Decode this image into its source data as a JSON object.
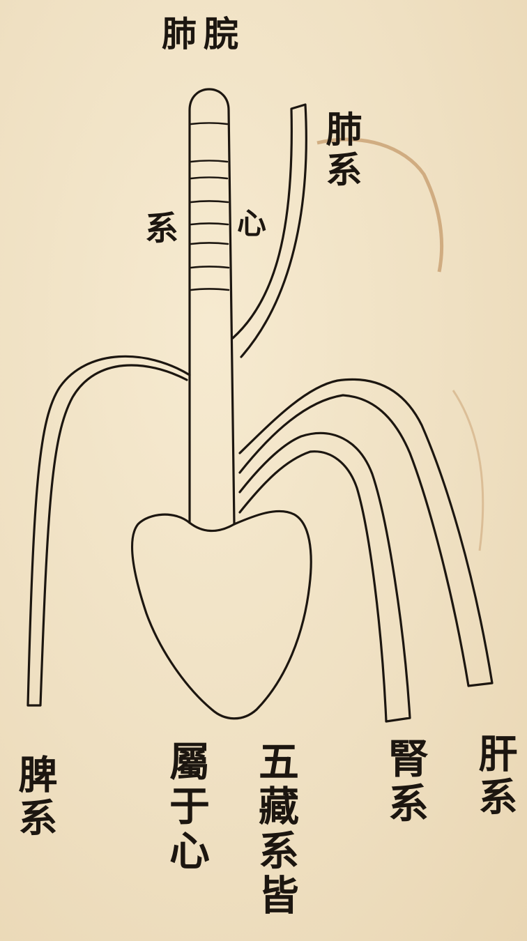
{
  "title": "肺脘",
  "labels": {
    "lung_system": "肺系",
    "xi": "系",
    "xin": "心",
    "spleen_system": "脾系",
    "belongs_to_heart": "屬于心",
    "five_zang_all": "五藏系皆",
    "kidney_system": "腎系",
    "liver_system": "肝系"
  },
  "colors": {
    "paper": "#f1e3c6",
    "ink": "#1c1610",
    "stain": "#b7824a"
  }
}
